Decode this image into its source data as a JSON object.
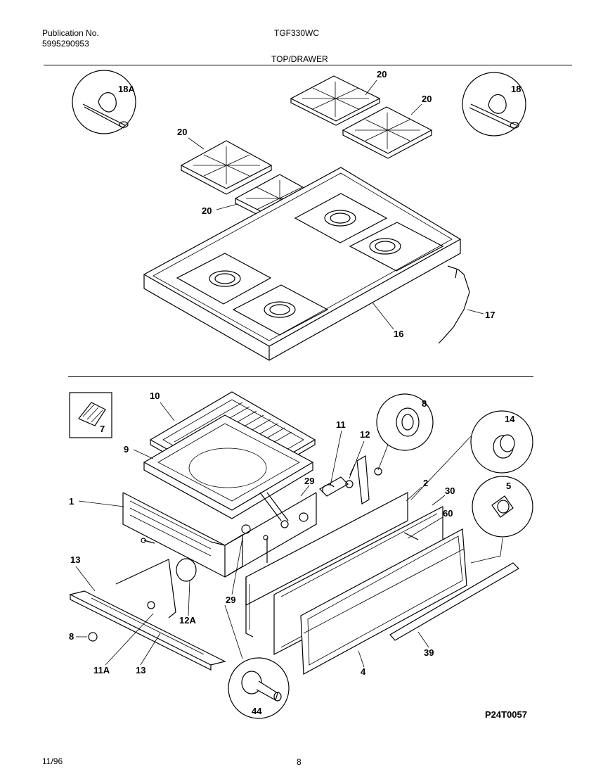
{
  "header": {
    "publication_label": "Publication No.",
    "publication_number": "5995290953",
    "model": "TGF330WC",
    "section_title": "TOP/DRAWER"
  },
  "callouts": {
    "c18a": "18A",
    "c18": "18",
    "c20a": "20",
    "c20b": "20",
    "c20c": "20",
    "c20d": "20",
    "c17": "17",
    "c16": "16",
    "c7": "7",
    "c10": "10",
    "c9": "9",
    "c1": "1",
    "c11": "11",
    "c12": "12",
    "c29a": "29",
    "c8a": "8",
    "c14": "14",
    "c2": "2",
    "c30": "30",
    "c60": "60",
    "c5": "5",
    "c13a": "13",
    "c12a": "12A",
    "c29b": "29",
    "c8b": "8",
    "c11a": "11A",
    "c13b": "13",
    "c44": "44",
    "c4": "4",
    "c39": "39"
  },
  "diagram_code": "P24T0057",
  "footer": {
    "date": "11/96",
    "page": "8"
  }
}
